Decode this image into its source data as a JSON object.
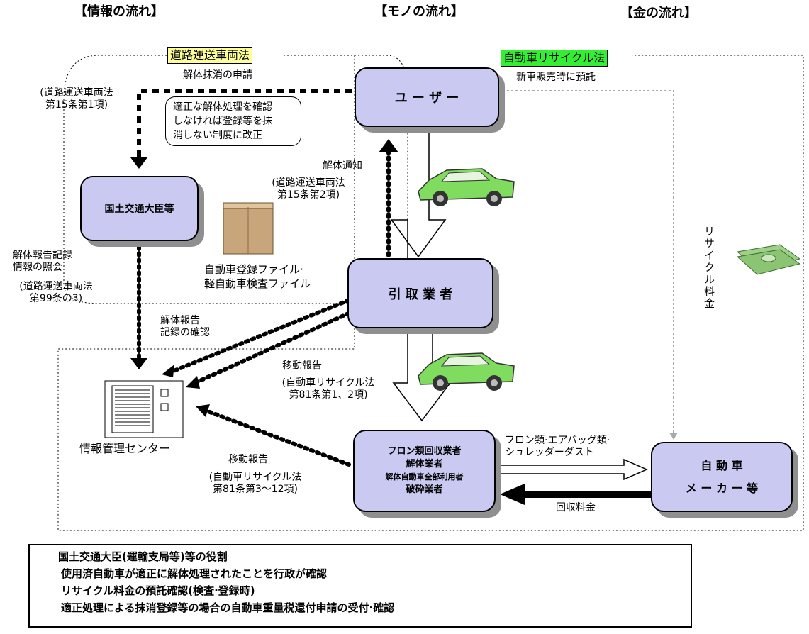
{
  "headers": {
    "info_flow": "【情報の流れ】",
    "goods_flow": "【モノの流れ】",
    "money_flow": "【金の流れ】"
  },
  "laws": {
    "road_law": "道路運送車両法",
    "recycle_law": "自動車リサイクル法"
  },
  "nodes": {
    "user": "ユ ー ザ ー",
    "minister": "国土交通大臣等",
    "dealer": "引 取 業 者",
    "dismantler_l1": "フロン類回収業者",
    "dismantler_l2": "解体業者",
    "dismantler_l3": "解体自動車全部利用者",
    "dismantler_l4": "破砕業者",
    "maker_l1": "自 動 車",
    "maker_l2": "メ ー カ ー 等",
    "center": "情報管理センター"
  },
  "labels": {
    "cancel_request": "解体抹消の申請",
    "art15_1_l1": "(道路運送車両法",
    "art15_1_l2": "第15条第1項)",
    "note_l1": "適正な解体処理を確認",
    "note_l2": "しなければ登録等を抹",
    "note_l3": "消しない制度に改正",
    "deposit_new_car": "新車販売時に預託",
    "dismantle_notice": "解体通知",
    "art15_2_l1": "(道路運送車両法",
    "art15_2_l2": "第15条第2項)",
    "inquiry_l1": "解体報告記録",
    "inquiry_l2": "情報の照会",
    "art99_l1": "(道路運送車両法",
    "art99_l2": "第99条の3)",
    "files_l1": "自動車登録ファイル·",
    "files_l2": "軽自動車検査ファイル",
    "report_confirm_l1": "解体報告",
    "report_confirm_l2": "記録の確認",
    "move_report_a": "移動報告",
    "art81a_l1": "(自動車リサイクル法",
    "art81a_l2": "第81条第1、2項)",
    "move_report_b": "移動報告",
    "art81b_l1": "(自動車リサイクル法",
    "art81b_l2": "第81条第3～12項)",
    "materials_l1": "フロン類·エアバッグ類·",
    "materials_l2": "シュレッダーダスト",
    "collection_fee": "回収料金",
    "recycle_fee": "リサイクル料金"
  },
  "summary": {
    "title": "国土交通大臣(運輸支局等)等の役割",
    "items": [
      "使用済自動車が適正に解体処理されたことを行政が確認",
      "リサイクル料金の預託確認(検査·登録時)",
      "適正処理による抹消登録等の場合の自動車重量税還付申請の受付·確認"
    ]
  },
  "colors": {
    "node_fill": "#c9c9f2",
    "road_law_bg": "#ffff99",
    "recycle_law_bg": "#33ee33",
    "car_body": "#7fdc5e"
  }
}
